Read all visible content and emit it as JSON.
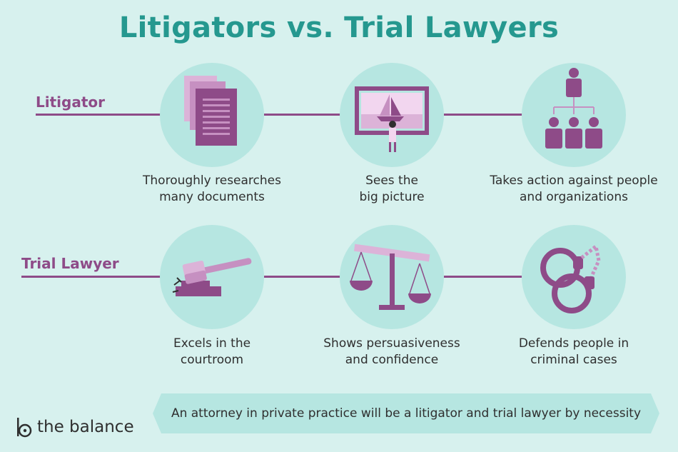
{
  "title": "Litigators vs. Trial Lawyers",
  "rows": [
    {
      "label": "Litigator",
      "items": [
        {
          "icon": "documents-icon",
          "caption_line1": "Thoroughly researches",
          "caption_line2": "many documents"
        },
        {
          "icon": "picture-frame-icon",
          "caption_line1": "Sees the",
          "caption_line2": "big picture"
        },
        {
          "icon": "org-chart-icon",
          "caption_line1": "Takes action against people",
          "caption_line2": "and organizations"
        }
      ]
    },
    {
      "label": "Trial Lawyer",
      "items": [
        {
          "icon": "gavel-icon",
          "caption_line1": "Excels in the",
          "caption_line2": "courtroom"
        },
        {
          "icon": "scales-icon",
          "caption_line1": "Shows persuasiveness",
          "caption_line2": "and confidence"
        },
        {
          "icon": "handcuffs-icon",
          "caption_line1": "Defends people in",
          "caption_line2": "criminal cases"
        }
      ]
    }
  ],
  "banner": "An attorney in private practice will be a litigator and trial lawyer by necessity",
  "logo": "the balance",
  "colors": {
    "background": "#d7f1ee",
    "circle": "#b6e6e1",
    "accent": "#8e4b88",
    "title": "#25988f"
  }
}
